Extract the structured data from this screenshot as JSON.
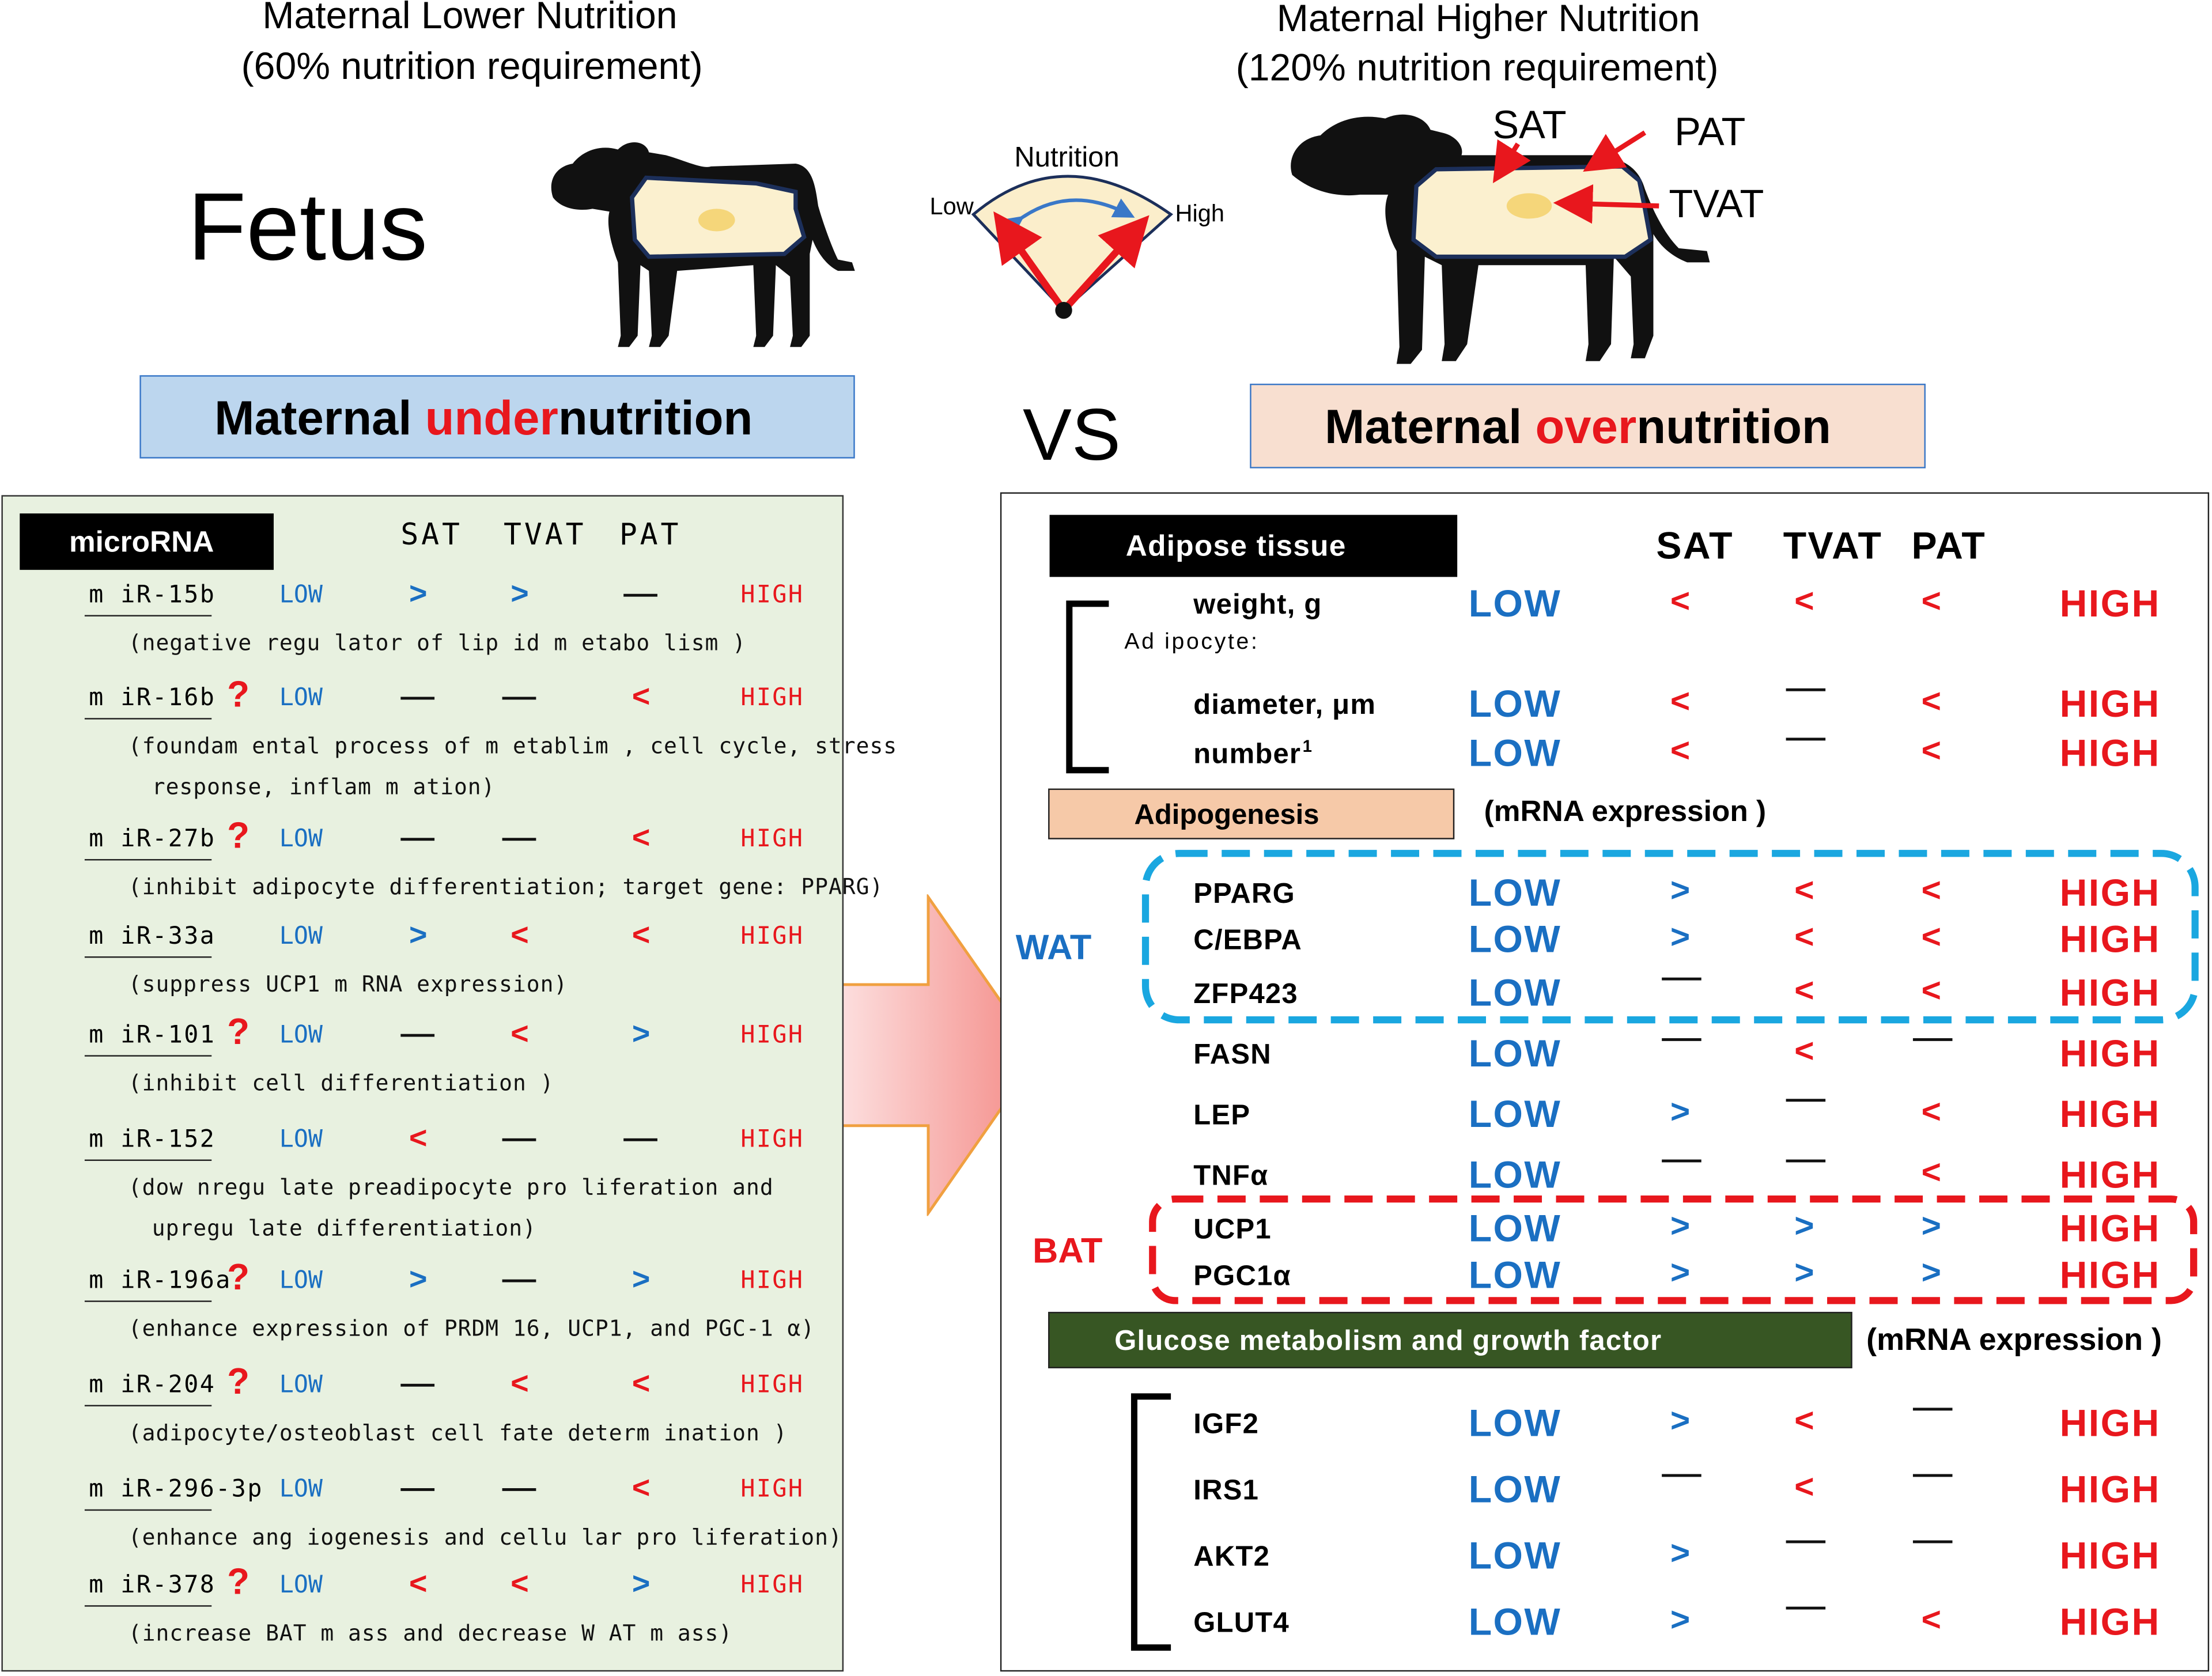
{
  "header": {
    "left_title": "Maternal Lower Nutrition",
    "left_subtitle": "(60% nutrition requirement)",
    "right_title": "Maternal Higher Nutrition",
    "right_subtitle": "(120% nutrition requirement)",
    "fetus_label": "Fetus",
    "vs_label": "VS"
  },
  "gauge": {
    "title": "Nutrition",
    "low": "Low",
    "high": "High"
  },
  "right_animal_labels": {
    "sat": "SAT",
    "pat": "PAT",
    "tvat": "TVAT"
  },
  "banners": {
    "under_prefix": "Maternal ",
    "under_highlight": "under",
    "under_suffix": "nutrition",
    "over_prefix": "Maternal ",
    "over_highlight": "over",
    "over_suffix": "nutrition"
  },
  "microrna_panel": {
    "header": "microRNA",
    "columns": [
      "SAT",
      "TVAT",
      "PAT"
    ],
    "low_label": "LOW",
    "high_label": "HIGH",
    "question_mark": "?",
    "rows": [
      {
        "id": "m iR-15b",
        "uncertain": false,
        "symbols": [
          ">",
          ">",
          "-"
        ],
        "desc": [
          "(negative regu lator of lip id m etabo lism )"
        ]
      },
      {
        "id": "m iR-16b",
        "uncertain": true,
        "symbols": [
          "-",
          "-",
          "<"
        ],
        "desc": [
          "(foundam ental process of m etablim , cell cycle, stress",
          " response, inflam m ation)"
        ]
      },
      {
        "id": "m iR-27b",
        "uncertain": true,
        "symbols": [
          "-",
          "-",
          "<"
        ],
        "desc": [
          "(inhibit adipocyte differentiation; target gene: PPARG)"
        ]
      },
      {
        "id": "m iR-33a",
        "uncertain": false,
        "symbols": [
          ">",
          "<",
          "<"
        ],
        "desc": [
          "(suppress UCP1 m RNA expression)"
        ]
      },
      {
        "id": "m iR-101",
        "uncertain": true,
        "symbols": [
          "-",
          "<",
          ">"
        ],
        "desc": [
          "(inhibit cell differentiation )"
        ]
      },
      {
        "id": "m iR-152",
        "uncertain": false,
        "symbols": [
          "<",
          "-",
          "-"
        ],
        "desc": [
          "(dow nregu late preadipocyte pro liferation and",
          " upregu late differentiation)"
        ]
      },
      {
        "id": "m iR-196a",
        "uncertain": true,
        "symbols": [
          ">",
          "-",
          ">"
        ],
        "desc": [
          "(enhance expression of PRDM 16, UCP1, and PGC-1 α)"
        ]
      },
      {
        "id": "m iR-204",
        "uncertain": true,
        "symbols": [
          "-",
          "<",
          "<"
        ],
        "desc": [
          "(adipocyte/osteoblast cell fate determ ination )"
        ]
      },
      {
        "id": "m iR-296-3p",
        "uncertain": false,
        "symbols": [
          "-",
          "-",
          "<"
        ],
        "desc": [
          "(enhance ang iogenesis and cellu lar pro liferation)"
        ]
      },
      {
        "id": "m iR-378",
        "uncertain": true,
        "symbols": [
          "<",
          "<",
          ">"
        ],
        "desc": [
          "(increase BAT m ass and decrease W AT m ass)"
        ]
      }
    ]
  },
  "adipose_panel": {
    "columns": [
      "SAT",
      "TVAT",
      "PAT"
    ],
    "low_label": "LOW",
    "high_label": "HIGH",
    "sections": {
      "adipose": {
        "header": "Adipose tissue"
      },
      "adipogenesis": {
        "header": "Adipogenesis",
        "note": "(mRNA expression )"
      },
      "glucose": {
        "header": "Glucose metabolism and growth factor",
        "note": "(mRNA expression )"
      }
    },
    "adipocyte_label": "Ad ipocyte:",
    "wat_label": "WAT",
    "bat_label": "BAT",
    "rows": [
      {
        "name": "weight, g",
        "symbols": [
          "<",
          "<",
          "<"
        ]
      },
      {
        "name": "diameter, μm",
        "symbols": [
          "<",
          "-",
          "<"
        ]
      },
      {
        "name": "number",
        "superscript": "1",
        "symbols": [
          "<",
          "-",
          "<"
        ]
      },
      {
        "name": "PPARG",
        "symbols": [
          ">",
          "<",
          "<"
        ]
      },
      {
        "name": "C/EBPA",
        "symbols": [
          ">",
          "<",
          "<"
        ]
      },
      {
        "name": "ZFP423",
        "symbols": [
          "-",
          "<",
          "<"
        ]
      },
      {
        "name": "FASN",
        "symbols": [
          "-",
          "<",
          "-"
        ]
      },
      {
        "name": "LEP",
        "symbols": [
          ">",
          "-",
          "<"
        ]
      },
      {
        "name": "TNFα",
        "symbols": [
          "-",
          "-",
          "<"
        ]
      },
      {
        "name": "UCP1",
        "symbols": [
          ">",
          ">",
          ">"
        ]
      },
      {
        "name": "PGC1α",
        "symbols": [
          ">",
          ">",
          ">"
        ]
      },
      {
        "name": "IGF2",
        "symbols": [
          ">",
          "<",
          "-"
        ]
      },
      {
        "name": "IRS1",
        "symbols": [
          "-",
          "<",
          "-"
        ]
      },
      {
        "name": "AKT2",
        "symbols": [
          ">",
          "-",
          "-"
        ]
      },
      {
        "name": "GLUT4",
        "symbols": [
          ">",
          "-",
          "<"
        ]
      }
    ]
  },
  "colors": {
    "low_blue": "#1a6fc2",
    "high_red": "#e8171d",
    "left_panel_bg": "#e8f1e0",
    "under_banner_bg": "#bcd6ee",
    "over_banner_bg": "#f8dfd0",
    "adipogenesis_bg": "#f6c9a8",
    "glucose_bg": "#375623",
    "wat_box": "#1aa7e0",
    "bat_box": "#e8171d"
  }
}
